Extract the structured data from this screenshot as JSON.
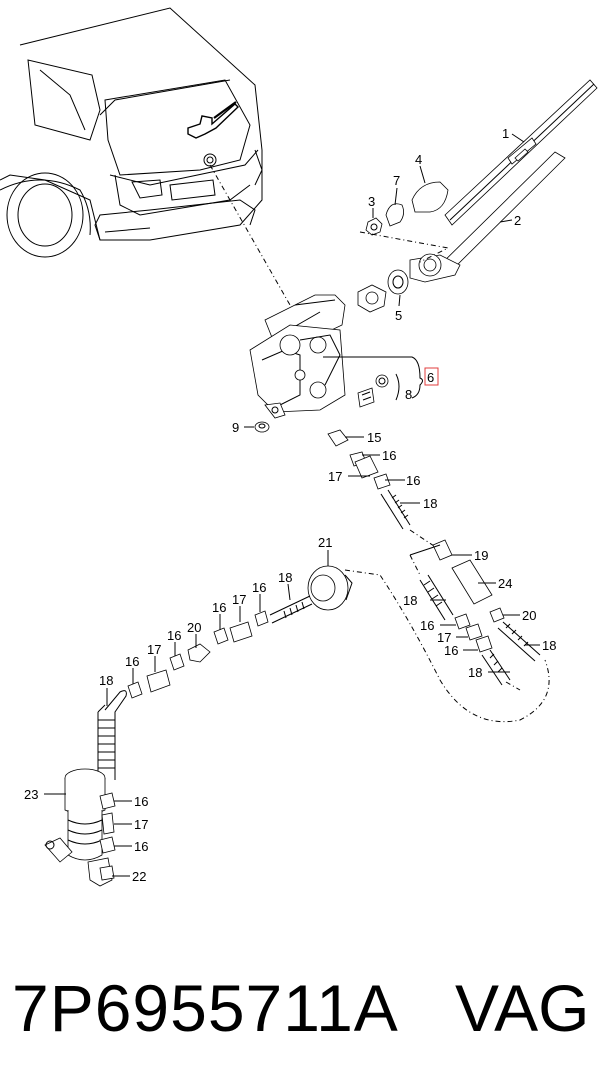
{
  "diagram": {
    "callouts": [
      {
        "id": "1",
        "label": "1"
      },
      {
        "id": "2",
        "label": "2"
      },
      {
        "id": "3",
        "label": "3"
      },
      {
        "id": "4",
        "label": "4"
      },
      {
        "id": "5",
        "label": "5"
      },
      {
        "id": "6",
        "label": "6"
      },
      {
        "id": "7",
        "label": "7"
      },
      {
        "id": "8",
        "label": "8"
      },
      {
        "id": "9",
        "label": "9"
      },
      {
        "id": "15",
        "label": "15"
      },
      {
        "id": "16a",
        "label": "16"
      },
      {
        "id": "17a",
        "label": "17"
      },
      {
        "id": "16b",
        "label": "16"
      },
      {
        "id": "18a",
        "label": "18"
      },
      {
        "id": "19",
        "label": "19"
      },
      {
        "id": "24",
        "label": "24"
      },
      {
        "id": "21",
        "label": "21"
      },
      {
        "id": "18b",
        "label": "18"
      },
      {
        "id": "18c",
        "label": "18"
      },
      {
        "id": "20a",
        "label": "20"
      },
      {
        "id": "16c",
        "label": "16"
      },
      {
        "id": "17b",
        "label": "17"
      },
      {
        "id": "16d",
        "label": "16"
      },
      {
        "id": "18d",
        "label": "18"
      },
      {
        "id": "18e",
        "label": "18"
      },
      {
        "id": "16e",
        "label": "16"
      },
      {
        "id": "17c",
        "label": "17"
      },
      {
        "id": "16f",
        "label": "16"
      },
      {
        "id": "20b",
        "label": "20"
      },
      {
        "id": "16g",
        "label": "16"
      },
      {
        "id": "17d",
        "label": "17"
      },
      {
        "id": "16h",
        "label": "16"
      },
      {
        "id": "18f",
        "label": "18"
      },
      {
        "id": "23",
        "label": "23"
      },
      {
        "id": "16i",
        "label": "16"
      },
      {
        "id": "17e",
        "label": "17"
      },
      {
        "id": "16j",
        "label": "16"
      },
      {
        "id": "22",
        "label": "22"
      }
    ],
    "highlight_color": "#e23c3c"
  },
  "footer": {
    "part_number": "7P6955711A",
    "brand": "VAG"
  }
}
